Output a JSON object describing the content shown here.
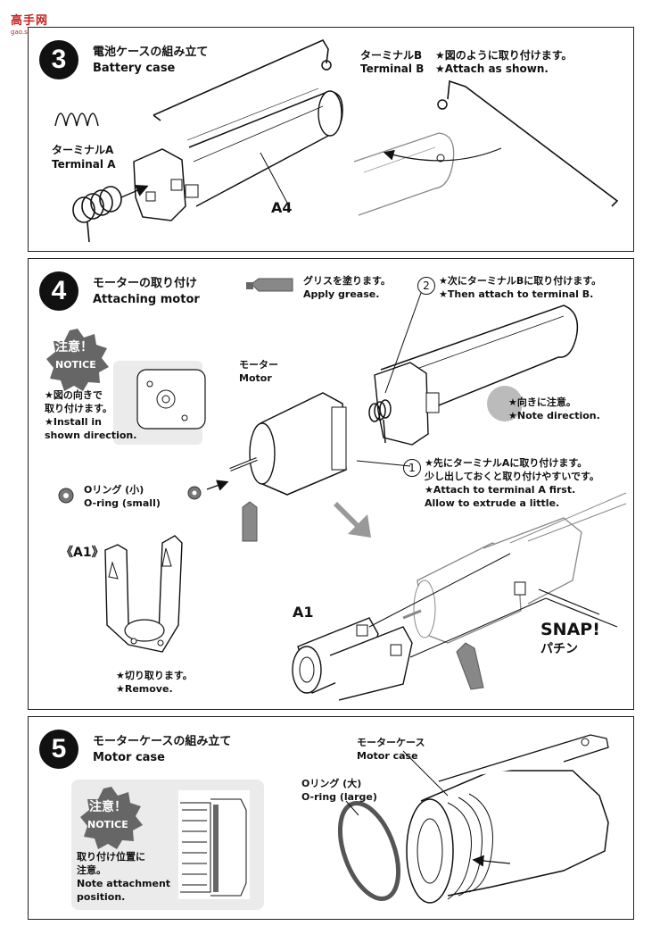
{
  "watermark": {
    "logo": "高手网",
    "url": "gao.shou.com"
  },
  "step3": {
    "number": "3",
    "title_jp": "電池ケースの組み立て",
    "title_en": "Battery case",
    "terminal_b_jp": "ターミナルB",
    "terminal_b_en": "Terminal B",
    "attach_jp": "★図のように取り付けます。",
    "attach_en": "★Attach as shown.",
    "terminal_a_jp": "ターミナルA",
    "terminal_a_en": "Terminal A",
    "part_label": "A4"
  },
  "step4": {
    "number": "4",
    "title_jp": "モーターの取り付け",
    "title_en": "Attaching motor",
    "grease_jp": "グリスを塗ります。",
    "grease_en": "Apply grease.",
    "notice_jp": "注意！",
    "notice_en": "NOTICE",
    "notice_text_1": "★図の向きで",
    "notice_text_2": "取り付けます。",
    "notice_text_3": "★Install in",
    "notice_text_4": "shown direction.",
    "motor_jp": "モーター",
    "motor_en": "Motor",
    "step2_num": "2",
    "step2_jp": "★次にターミナルBに取り付けます。",
    "step2_en": "★Then attach to terminal B.",
    "direction_jp": "★向きに注意。",
    "direction_en": "★Note direction.",
    "step1_num": "1",
    "step1_jp_1": "★先にターミナルAに取り付けます。",
    "step1_jp_2": "少し出しておくと取り付けやすいです。",
    "step1_en_1": "★Attach to terminal A first.",
    "step1_en_2": "Allow to extrude a little.",
    "oring_jp": "Oリング (小)",
    "oring_en": "O-ring (small)",
    "a1_bracket": "《A1》",
    "remove_jp": "★切り取ります。",
    "remove_en": "★Remove.",
    "a1_label": "A1",
    "snap_en": "SNAP!",
    "snap_jp": "パチン"
  },
  "step5": {
    "number": "5",
    "title_jp": "モーターケースの組み立て",
    "title_en": "Motor case",
    "notice_jp": "注意！",
    "notice_en": "NOTICE",
    "notice_text_1": "取り付け位置に",
    "notice_text_2": "注意。",
    "notice_text_3": "Note attachment",
    "notice_text_4": "position.",
    "motor_case_jp": "モーターケース",
    "motor_case_en": "Motor case",
    "oring_jp": "Oリング (大)",
    "oring_en": "O-ring (large)"
  }
}
